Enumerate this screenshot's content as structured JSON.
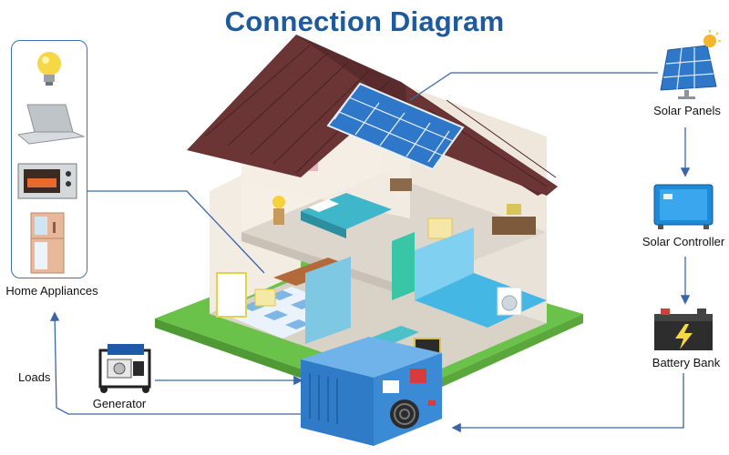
{
  "title": "Connection Diagram",
  "nodes": {
    "home_appliances": "Home Appliances",
    "loads": "Loads",
    "generator": "Generator",
    "solar_panels": "Solar Panels",
    "solar_controller": "Solar Controller",
    "battery_bank": "Battery Bank"
  },
  "colors": {
    "title": "#1f5a9c",
    "connector": "#3a66a8",
    "roof": "#6b3536",
    "lawn": "#6bc24a",
    "inverter": "#3a8ad6",
    "solar_panel": "#2f78c9"
  },
  "icons": [
    "light-bulb-icon",
    "laptop-icon",
    "oven-icon",
    "refrigerator-icon",
    "generator-icon",
    "solar-panel-icon",
    "solar-controller-icon",
    "battery-icon",
    "inverter-icon"
  ]
}
